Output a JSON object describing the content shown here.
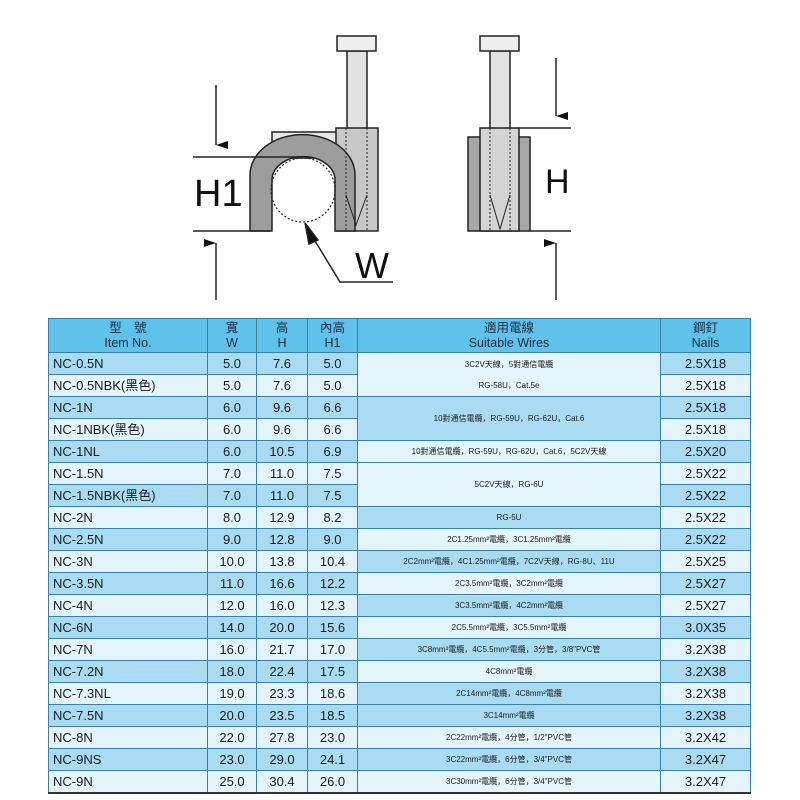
{
  "diagram": {
    "label_h1": "H1",
    "label_w": "W",
    "label_h": "H"
  },
  "table": {
    "headers": {
      "item": {
        "zh": "型　號",
        "en": "Item No."
      },
      "w": {
        "zh": "寬",
        "en": "W"
      },
      "h": {
        "zh": "高",
        "en": "H"
      },
      "h1": {
        "zh": "內高",
        "en": "H1"
      },
      "wires": {
        "zh": "適用電線",
        "en": "Suitable Wires"
      },
      "nails": {
        "zh": "鋼釘",
        "en": "Nails"
      }
    },
    "rows": [
      {
        "item": "NC-0.5N",
        "w": "5.0",
        "h": "7.6",
        "h1": "5.0",
        "nails": "2.5X18"
      },
      {
        "item": "NC-0.5NBK(黑色)",
        "w": "5.0",
        "h": "7.6",
        "h1": "5.0",
        "nails": "2.5X18"
      },
      {
        "item": "NC-1N",
        "w": "6.0",
        "h": "9.6",
        "h1": "6.6",
        "nails": "2.5X18"
      },
      {
        "item": "NC-1NBK(黑色)",
        "w": "6.0",
        "h": "9.6",
        "h1": "6.6",
        "nails": "2.5X18"
      },
      {
        "item": "NC-1NL",
        "w": "6.0",
        "h": "10.5",
        "h1": "6.9",
        "nails": "2.5X20"
      },
      {
        "item": "NC-1.5N",
        "w": "7.0",
        "h": "11.0",
        "h1": "7.5",
        "nails": "2.5X22"
      },
      {
        "item": "NC-1.5NBK(黑色)",
        "w": "7.0",
        "h": "11.0",
        "h1": "7.5",
        "nails": "2.5X22"
      },
      {
        "item": "NC-2N",
        "w": "8.0",
        "h": "12.9",
        "h1": "8.2",
        "nails": "2.5X22"
      },
      {
        "item": "NC-2.5N",
        "w": "9.0",
        "h": "12.8",
        "h1": "9.0",
        "nails": "2.5X22"
      },
      {
        "item": "NC-3N",
        "w": "10.0",
        "h": "13.8",
        "h1": "10.4",
        "nails": "2.5X25"
      },
      {
        "item": "NC-3.5N",
        "w": "11.0",
        "h": "16.6",
        "h1": "12.2",
        "nails": "2.5X27"
      },
      {
        "item": "NC-4N",
        "w": "12.0",
        "h": "16.0",
        "h1": "12.3",
        "nails": "2.5X27"
      },
      {
        "item": "NC-6N",
        "w": "14.0",
        "h": "20.0",
        "h1": "15.6",
        "nails": "3.0X35"
      },
      {
        "item": "NC-7N",
        "w": "16.0",
        "h": "21.7",
        "h1": "17.0",
        "nails": "3.2X38"
      },
      {
        "item": "NC-7.2N",
        "w": "18.0",
        "h": "22.4",
        "h1": "17.5",
        "nails": "3.2X38"
      },
      {
        "item": "NC-7.3NL",
        "w": "19.0",
        "h": "23.3",
        "h1": "18.6",
        "nails": "3.2X38"
      },
      {
        "item": "NC-7.5N",
        "w": "20.0",
        "h": "23.5",
        "h1": "18.5",
        "nails": "3.2X38"
      },
      {
        "item": "NC-8N",
        "w": "22.0",
        "h": "27.8",
        "h1": "23.0",
        "nails": "3.2X42"
      },
      {
        "item": "NC-9NS",
        "w": "23.0",
        "h": "29.0",
        "h1": "24.1",
        "nails": "3.2X47"
      },
      {
        "item": "NC-9N",
        "w": "25.0",
        "h": "30.4",
        "h1": "26.0",
        "nails": "3.2X47"
      }
    ],
    "wire_groups": [
      {
        "span": 2,
        "lines": [
          "3C2V天線，5對通信電纜",
          "RG-58U，Cat.5e"
        ]
      },
      {
        "span": 2,
        "lines": [
          "10對通信電纜，RG-59U，RG-62U，Cat.6"
        ]
      },
      {
        "span": 1,
        "lines": [
          "10對通信電纜，RG-59U，RG-62U，Cat.6，5C2V天線"
        ]
      },
      {
        "span": 2,
        "lines": [
          "5C2V天線，RG-6U"
        ]
      },
      {
        "span": 1,
        "lines": [
          "RG-5U"
        ]
      },
      {
        "span": 1,
        "lines": [
          "2C1.25mm²電纜，3C1.25mm²電纜"
        ]
      },
      {
        "span": 1,
        "lines": [
          "2C2mm²電纜，4C1.25mm²電纜，7C2V天線，RG-8U、11U"
        ]
      },
      {
        "span": 1,
        "lines": [
          "2C3.5mm²電纜，3C2mm²電纜"
        ]
      },
      {
        "span": 1,
        "lines": [
          "3C3.5mm²電纜，4C2mm²電纜"
        ]
      },
      {
        "span": 1,
        "lines": [
          "2C5.5mm²電纜，3C5.5mm²電纜"
        ]
      },
      {
        "span": 1,
        "lines": [
          "3C8mm²電纜，4C5.5mm²電纜，3分管，3/8\"PVC管"
        ]
      },
      {
        "span": 1,
        "lines": [
          "4C8mm²電纜"
        ]
      },
      {
        "span": 1,
        "lines": [
          "2C14mm²電纜，4C8mm²電纜"
        ]
      },
      {
        "span": 1,
        "lines": [
          "3C14mm²電纜"
        ]
      },
      {
        "span": 1,
        "lines": [
          "2C22mm²電纜，4分管，1/2\"PVC管"
        ]
      },
      {
        "span": 1,
        "lines": [
          "3C22mm²電纜，6分管，3/4\"PVC管"
        ]
      },
      {
        "span": 1,
        "lines": [
          "3C30mm²電纜，6分管，3/4\"PVC管"
        ]
      }
    ]
  },
  "colors": {
    "header": "#5ec2ea",
    "row_dark": "#a9dcf3",
    "row_light": "#e4f4fc"
  }
}
